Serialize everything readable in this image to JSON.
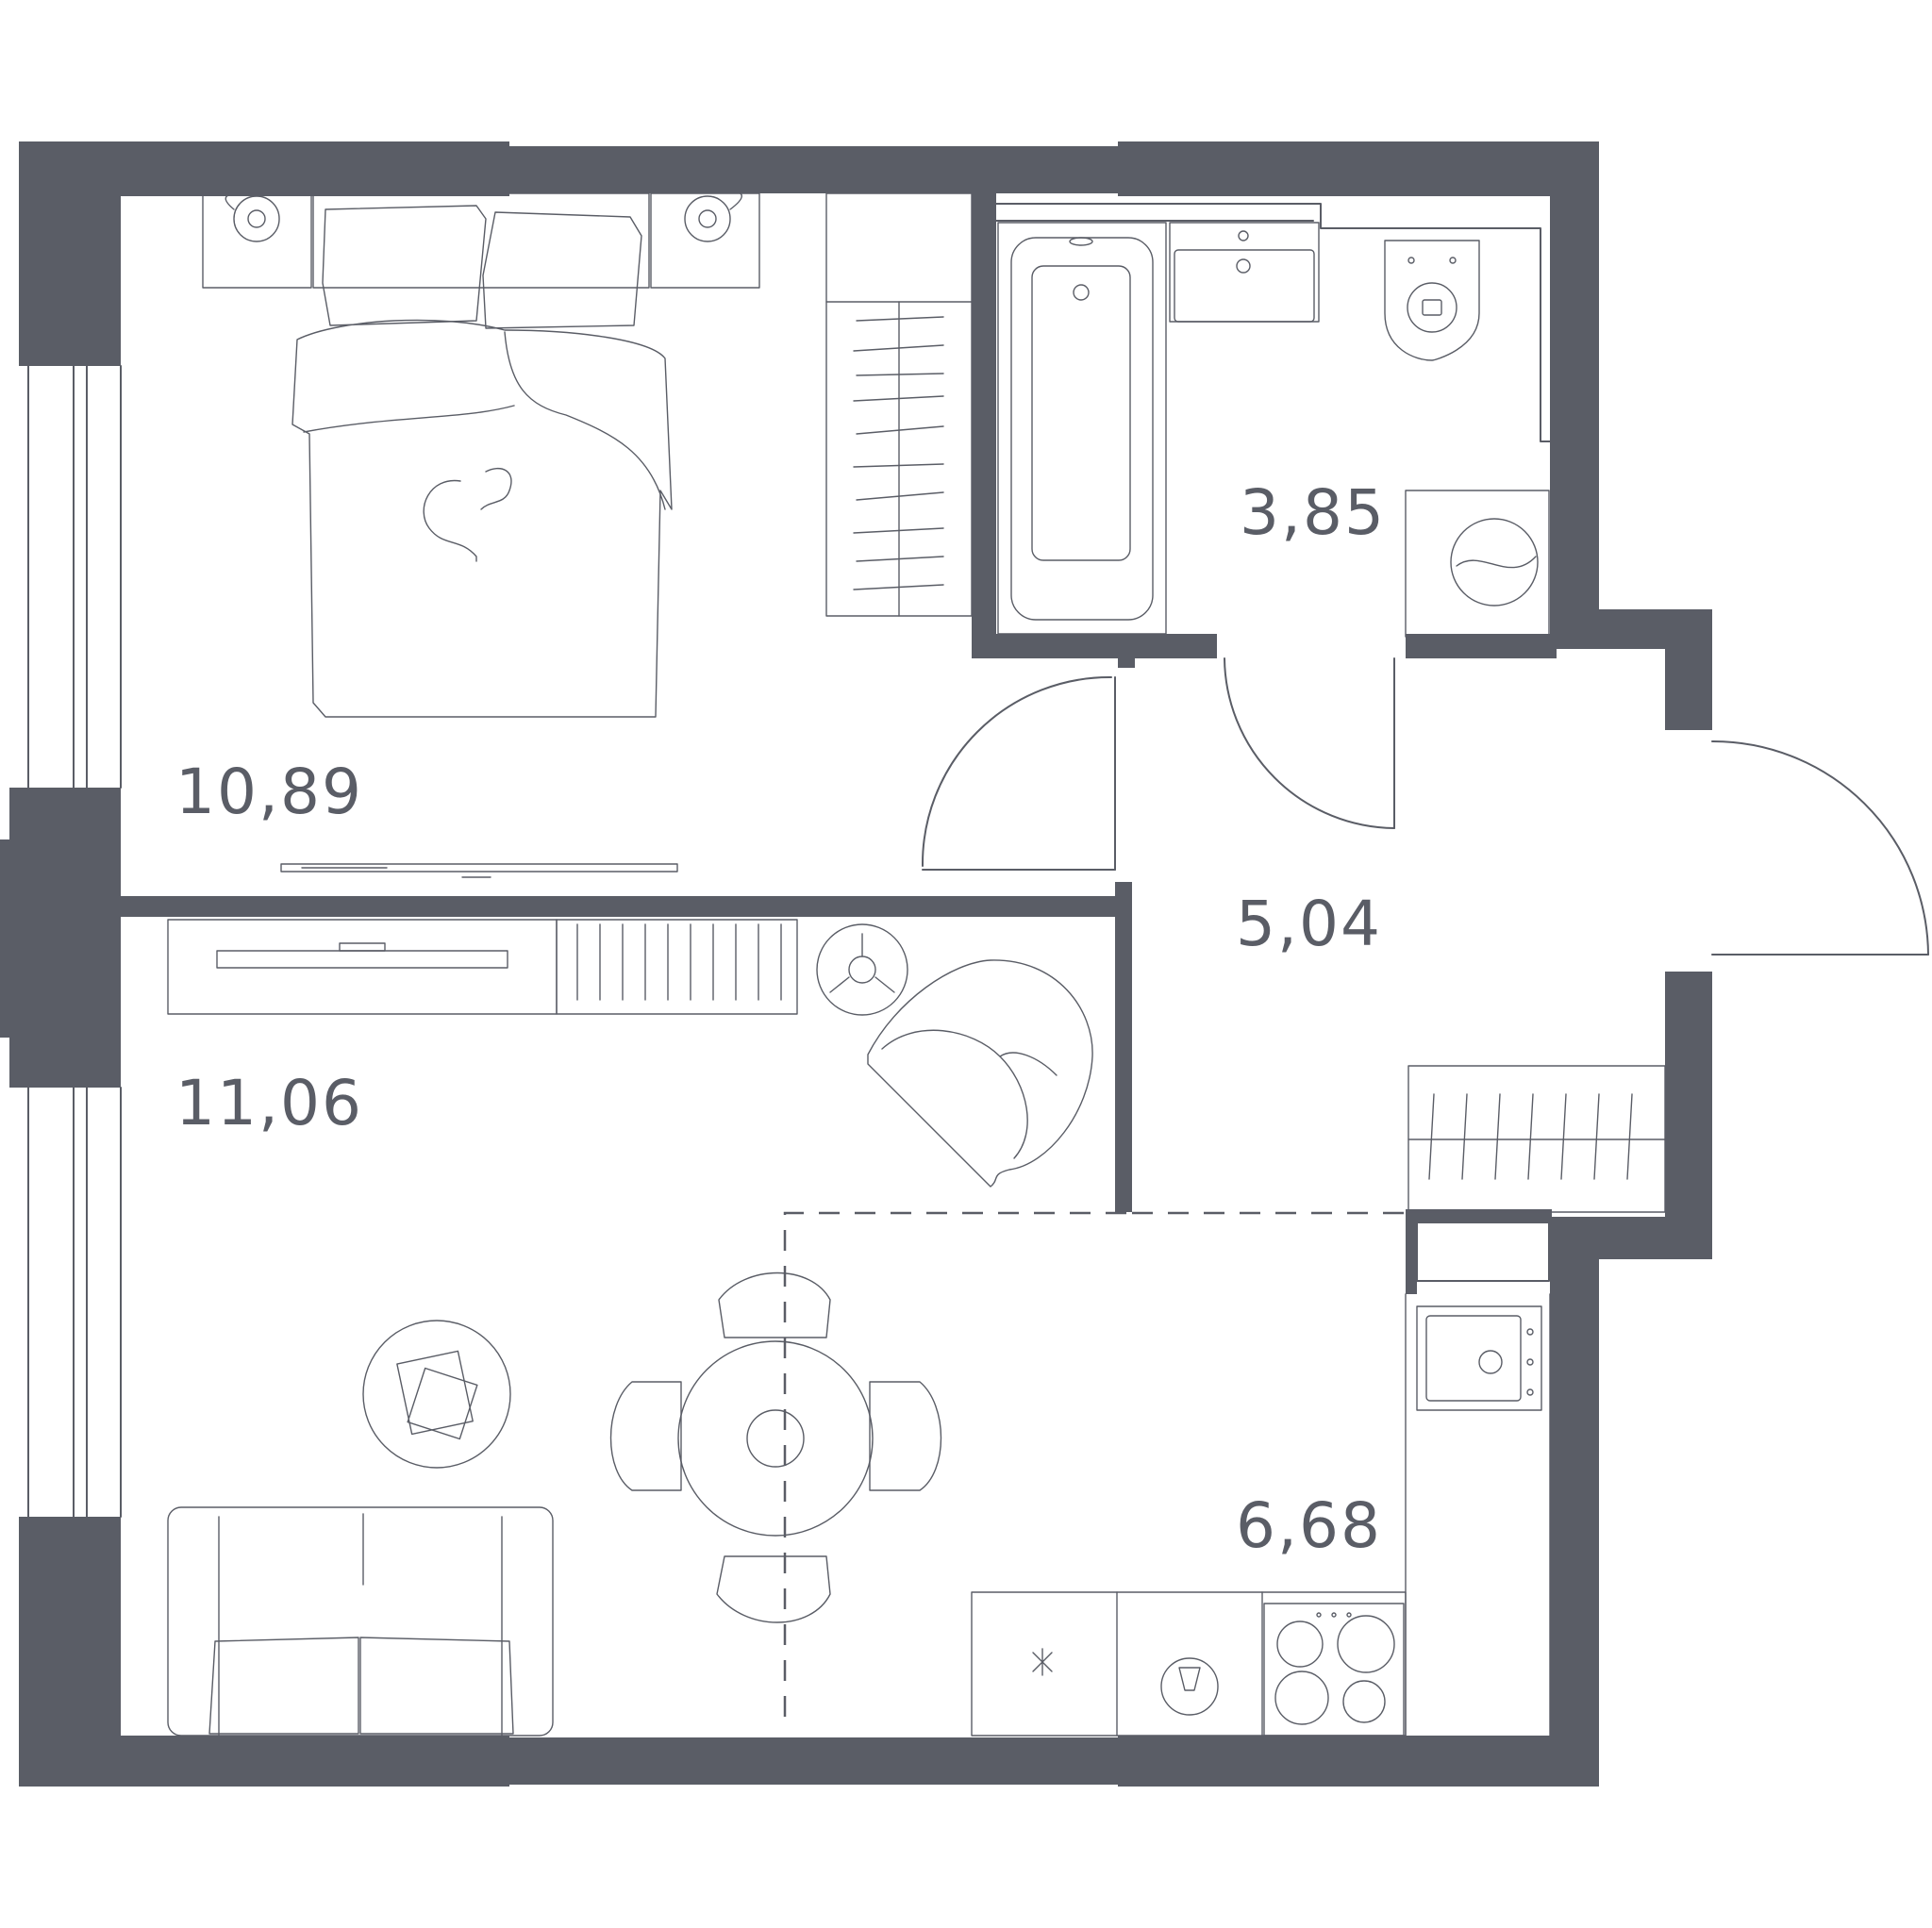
{
  "areas": {
    "bedroom": "10,89",
    "bathroom": "3,85",
    "hallway": "5,04",
    "living": "11,06",
    "kitchen": "6,68"
  },
  "colors": {
    "wall": "#5a5d66",
    "background": "#ffffff"
  }
}
